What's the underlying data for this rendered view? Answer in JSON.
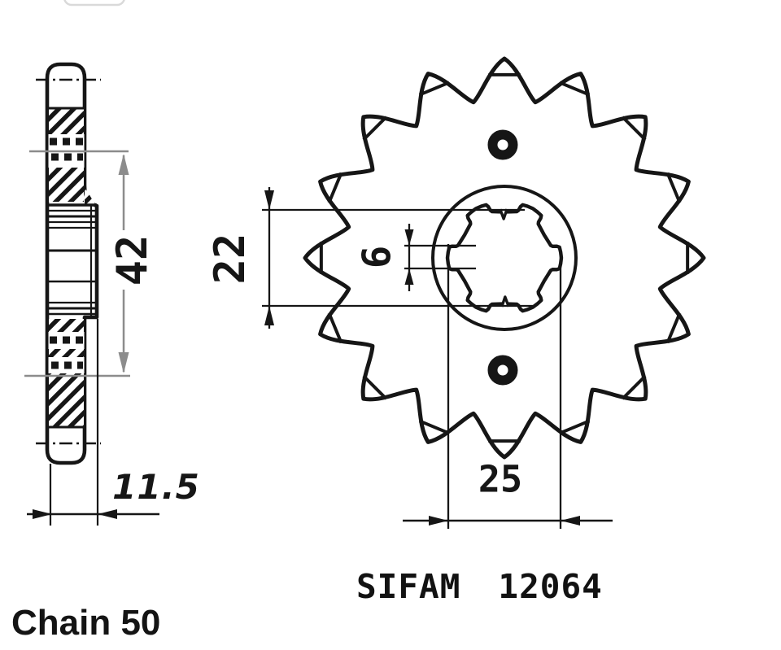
{
  "canvas": {
    "background": "#ffffff",
    "ink": "#161616",
    "dim_gray": "#8c8c8c"
  },
  "views": {
    "side": {
      "name": "side-section-view",
      "hatched": true
    },
    "front": {
      "name": "front-view",
      "teeth": 16,
      "spline_slots": 6,
      "bolt_holes": 2
    }
  },
  "dimensions": {
    "pitch_height": "42",
    "hub_width": "11.5",
    "bore_across_flats": "22",
    "spline_groove_width": "6",
    "spline_outer_width": "25"
  },
  "caption": {
    "brand": "SIFAM",
    "part_number": "12064"
  },
  "footer": {
    "chain_label": "Chain 50"
  }
}
